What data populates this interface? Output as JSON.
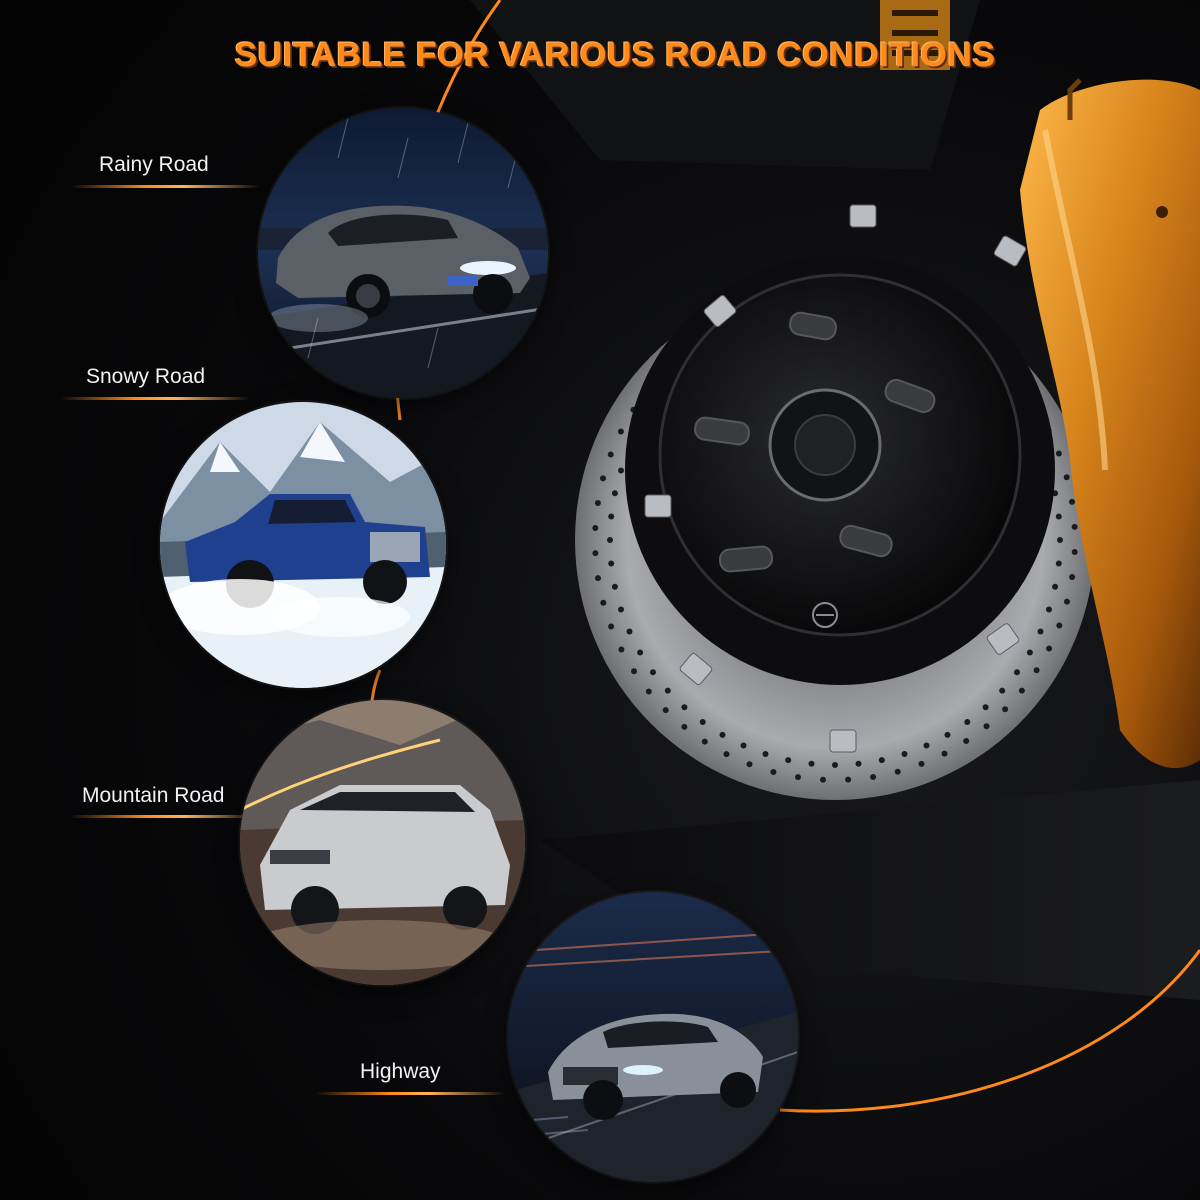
{
  "title": "SUITABLE FOR VARIOUS ROAD CONDITIONS",
  "accent_color": "#ff8a1a",
  "conditions": [
    {
      "label": "Rainy Road",
      "icon": "rainy-road-photo"
    },
    {
      "label": "Snowy Road",
      "icon": "snowy-road-photo"
    },
    {
      "label": "Mountain Road",
      "icon": "mountain-road-photo"
    },
    {
      "label": "Highway",
      "icon": "highway-photo"
    }
  ]
}
